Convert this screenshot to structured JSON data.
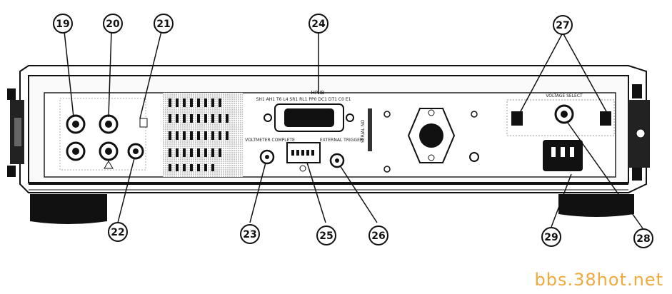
{
  "panel_labels": {
    "hpib": "HP-IB",
    "hpib_codes": "SH1 AH1 T6 L4 SR1 RL1 PP0 DC1 DT1 C0 E1",
    "serial": "SERIAL NO",
    "voltmeter_complete": "VOLTMETER COMPLETE",
    "external_trigger": "EXTERNAL TRIGGER",
    "voltage_select": "VOLTAGE SELECT"
  },
  "callouts": [
    {
      "id": "c19",
      "label": "19"
    },
    {
      "id": "c20",
      "label": "20"
    },
    {
      "id": "c21",
      "label": "21"
    },
    {
      "id": "c24",
      "label": "24"
    },
    {
      "id": "c27",
      "label": "27"
    },
    {
      "id": "c22",
      "label": "22"
    },
    {
      "id": "c23",
      "label": "23"
    },
    {
      "id": "c25",
      "label": "25"
    },
    {
      "id": "c26",
      "label": "26"
    },
    {
      "id": "c29",
      "label": "29"
    },
    {
      "id": "c28",
      "label": "28"
    }
  ],
  "watermark": "bbs.38hot.net"
}
